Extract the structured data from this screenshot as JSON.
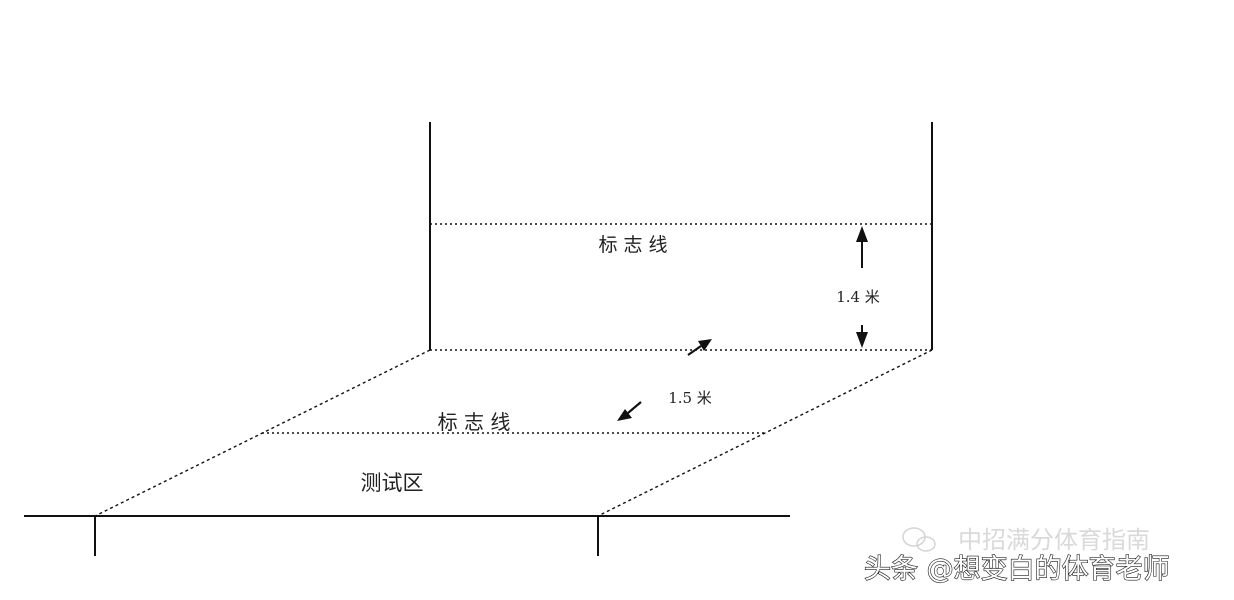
{
  "diagram": {
    "upper_mark_label": "标 志 线",
    "lower_mark_label": "标 志 线",
    "height_dimension": "1.4 米",
    "depth_dimension": "1.5 米",
    "zone_label": "测试区"
  },
  "watermark": {
    "faint_text": "中招满分体育指南",
    "main_text": "头条 @想变白的体育老师"
  },
  "colors": {
    "line": "#111111",
    "background": "#ffffff"
  }
}
